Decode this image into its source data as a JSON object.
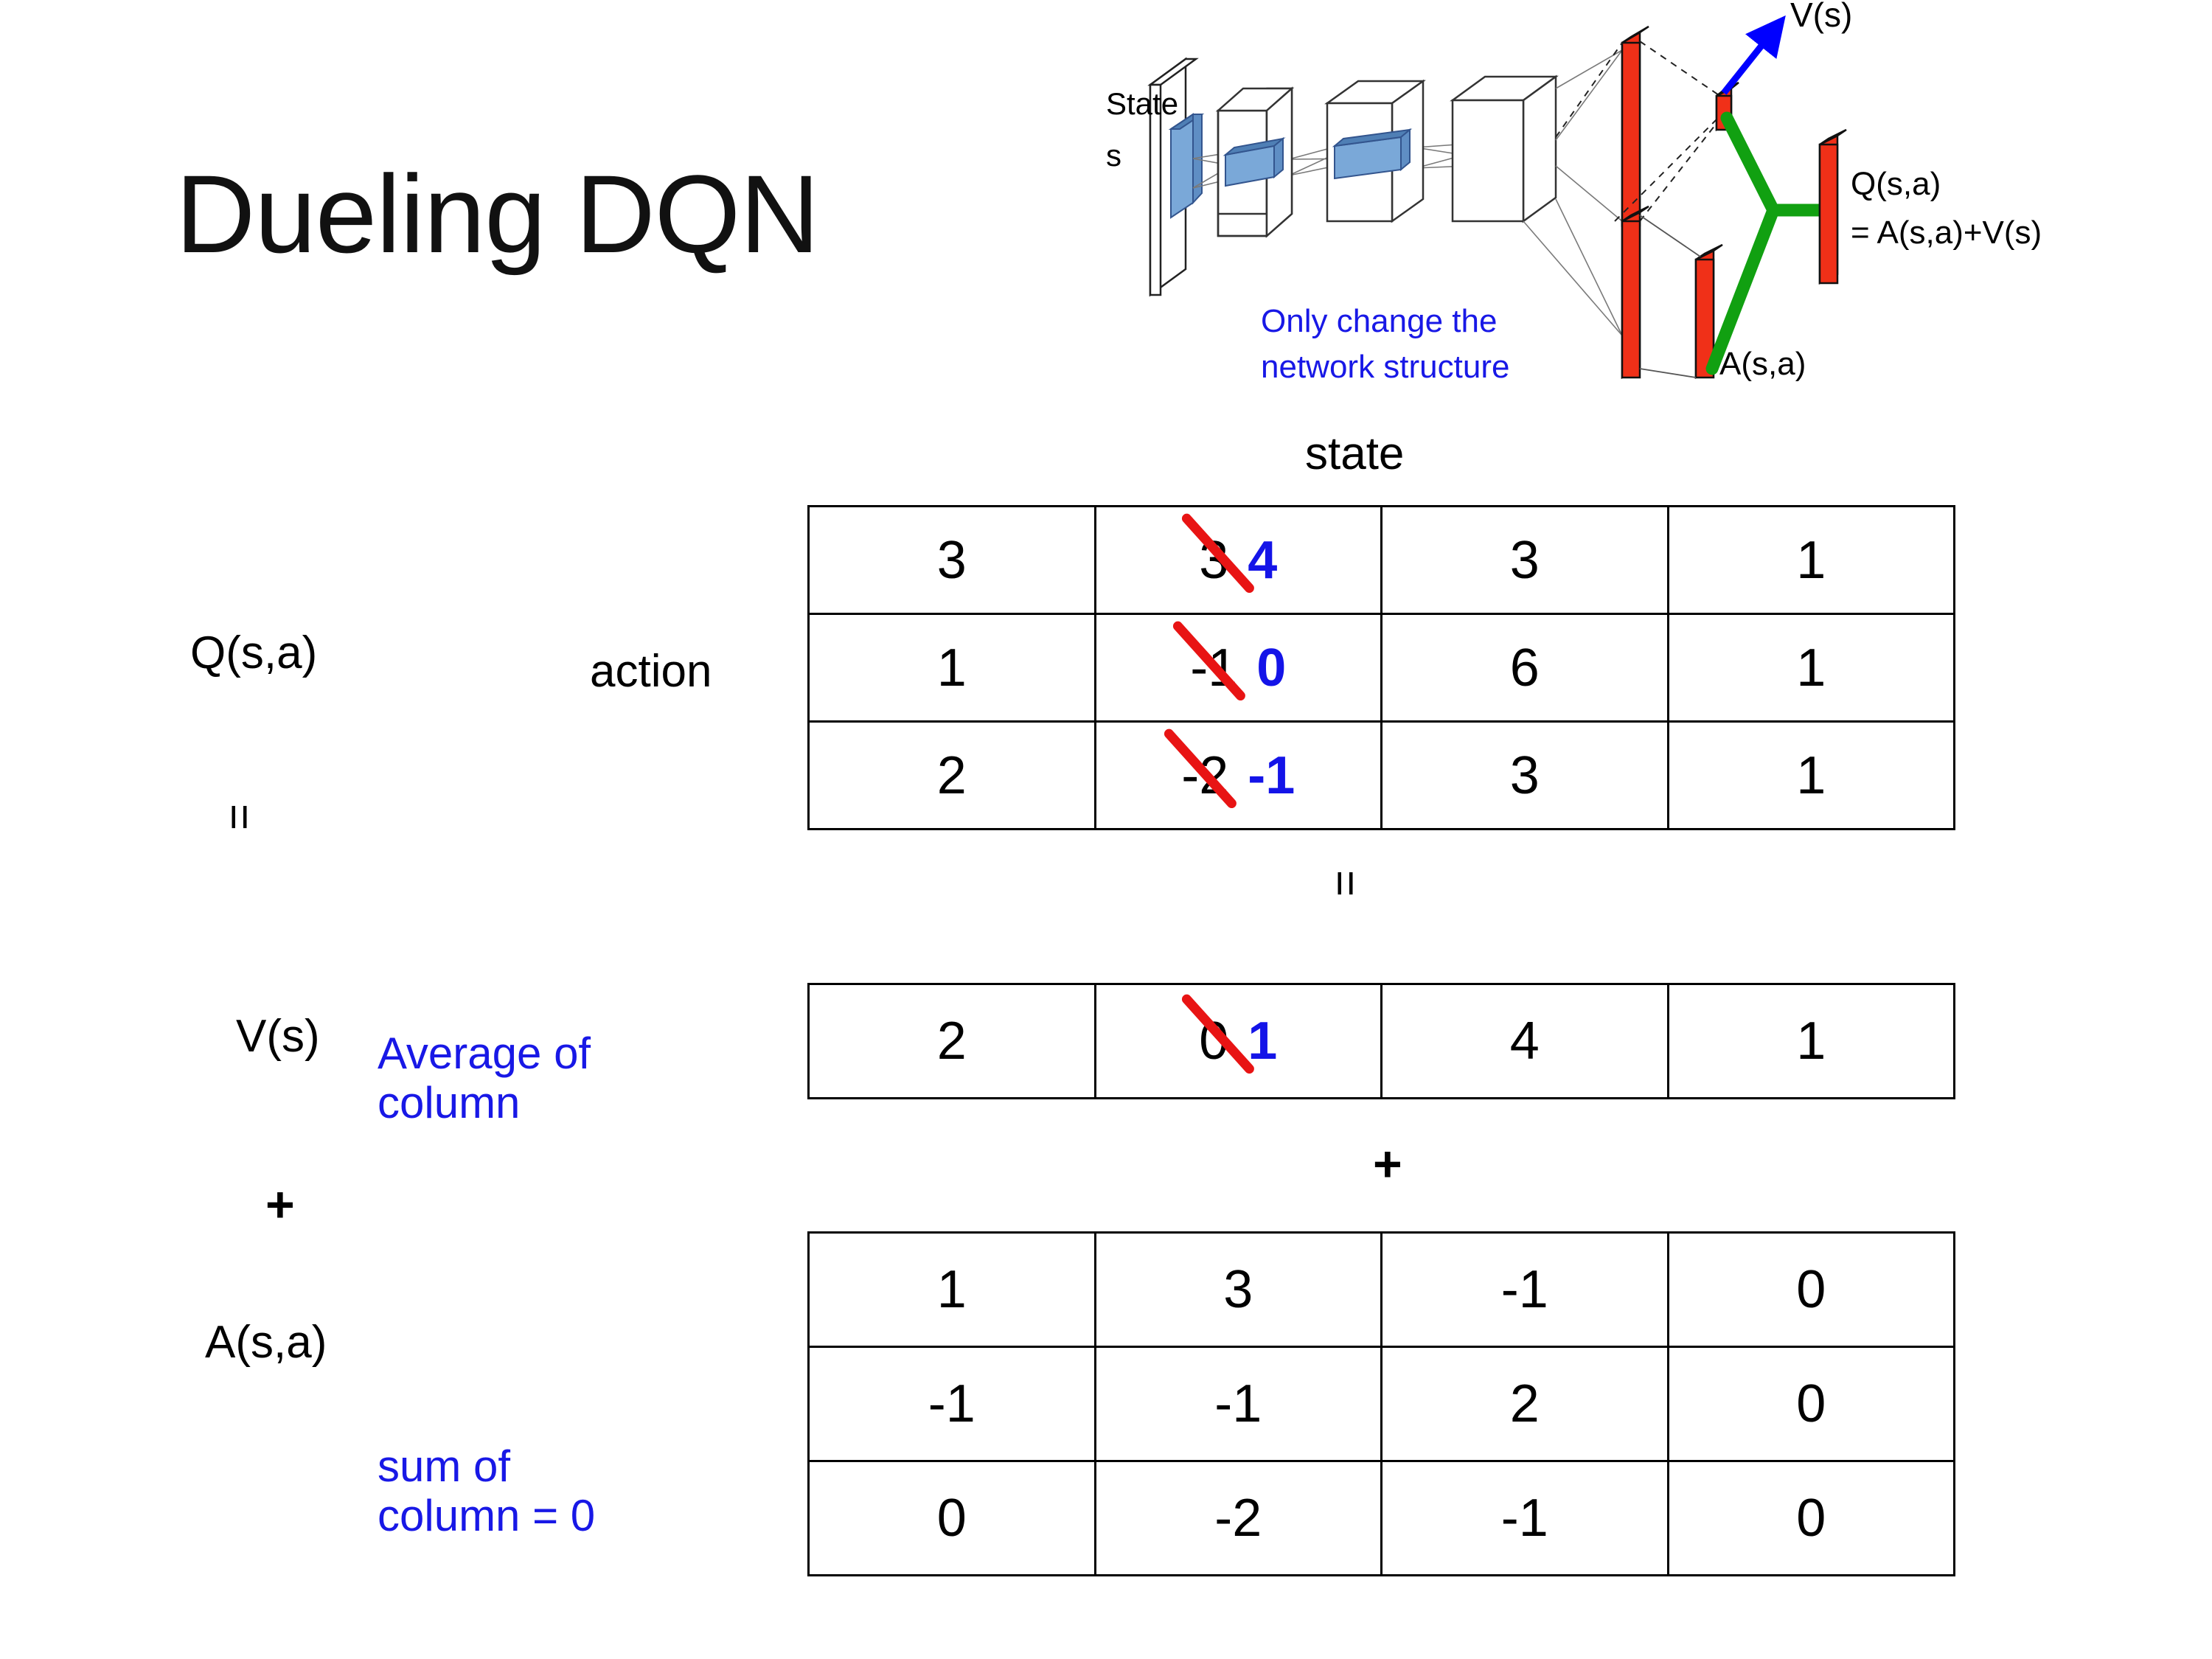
{
  "slide": {
    "title": "Dueling DQN"
  },
  "diagram": {
    "state_label_line1": "State",
    "state_label_line2": "s",
    "note": "Only change the\nnetwork structure",
    "note_line1": "Only change the",
    "note_line2": "network structure",
    "value_stream_label": "V(s)",
    "advantage_stream_label": "A(s,a)",
    "output_label_line1": "Q(s,a)",
    "output_label_line2": "= A(s,a)+V(s)",
    "colors": {
      "note": "#1818E6",
      "arrow": "#0000FF",
      "merge": "#11A011",
      "bars": "#EE2211",
      "feature": "#6699CC"
    }
  },
  "labels": {
    "state_axis": "state",
    "action_axis": "action",
    "q_label": "Q(s,a)",
    "v_label": "V(s)",
    "a_label": "A(s,a)",
    "equals_1": "=",
    "equals_2": "=",
    "plus_1": "+",
    "plus_2": "+",
    "average_note_line1": "Average of",
    "average_note_line2": "column",
    "sum_note_line1": "sum of",
    "sum_note_line2": "column = 0",
    "annotation_color": "#1818E6",
    "edit_color": "#1414E8",
    "strike_color": "#E81414"
  },
  "chart_data": {
    "type": "table",
    "title": "Dueling DQN value decomposition",
    "tables": [
      {
        "name": "Q(s,a)",
        "columns_axis": "state",
        "rows_axis": "action",
        "n_cols": 4,
        "n_rows": 3,
        "cells": [
          [
            {
              "value": "3"
            },
            {
              "old": "3",
              "new": "4",
              "struck": true
            },
            {
              "value": "3"
            },
            {
              "value": "1"
            }
          ],
          [
            {
              "value": "1"
            },
            {
              "old": "-1",
              "new": "0",
              "struck": true
            },
            {
              "value": "6"
            },
            {
              "value": "1"
            }
          ],
          [
            {
              "value": "2"
            },
            {
              "old": "-2",
              "new": "-1",
              "struck": true
            },
            {
              "value": "3"
            },
            {
              "value": "1"
            }
          ]
        ]
      },
      {
        "name": "V(s)",
        "columns_axis": "state",
        "n_cols": 4,
        "n_rows": 1,
        "cells": [
          [
            {
              "value": "2"
            },
            {
              "old": "0",
              "new": "1",
              "struck": true
            },
            {
              "value": "4"
            },
            {
              "value": "1"
            }
          ]
        ]
      },
      {
        "name": "A(s,a)",
        "columns_axis": "state",
        "rows_axis": "action",
        "n_cols": 4,
        "n_rows": 3,
        "cells": [
          [
            {
              "value": "1"
            },
            {
              "value": "3"
            },
            {
              "value": "-1"
            },
            {
              "value": "0"
            }
          ],
          [
            {
              "value": "-1"
            },
            {
              "value": "-1"
            },
            {
              "value": "2"
            },
            {
              "value": "0"
            }
          ],
          [
            {
              "value": "0"
            },
            {
              "value": "-2"
            },
            {
              "value": "-1"
            },
            {
              "value": "0"
            }
          ]
        ]
      }
    ]
  }
}
